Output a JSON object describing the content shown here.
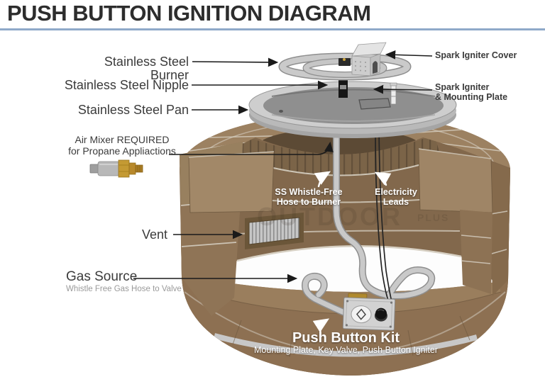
{
  "title": "PUSH BUTTON IGNITION DIAGRAM",
  "labels": {
    "burner": "Stainless Steel Burner",
    "nipple": "Stainless Steel Nipple",
    "pan": "Stainless Steel Pan",
    "air_mixer_line1": "Air Mixer REQUIRED",
    "air_mixer_line2": "for Propane Appliactions",
    "vent": "Vent",
    "gas_source": "Gas Source",
    "gas_source_sub": "Whistle Free Gas Hose to Valve",
    "spark_igniter_cover": "Spark Igniter Cover",
    "spark_igniter_plate_line1": "Spark Igniter",
    "spark_igniter_plate_line2": "& Mounting Plate",
    "hose_line1": "SS Whistle-Free",
    "hose_line2": "Hose to Burner",
    "electricity_leads": "Electricity Leads",
    "push_button_kit": "Push Button Kit",
    "push_button_kit_sub": "Mounting Plate, Key Valve, Push Button Igniter"
  },
  "watermark": {
    "main": "OUTDOOR",
    "suffix": "PLUS"
  },
  "colors": {
    "title_text": "#2d2d2d",
    "title_underline": "#8fa9c9",
    "label_text": "#3b3b3b",
    "label_subtext": "#9a9a9a",
    "overlay_text": "#ffffff",
    "stone_light": "#9d8263",
    "stone_mid": "#8a7054",
    "stone_dark": "#7a6249",
    "steel_light": "#cecece",
    "steel_mid": "#8f8f8f",
    "brass": "#c49a33"
  }
}
